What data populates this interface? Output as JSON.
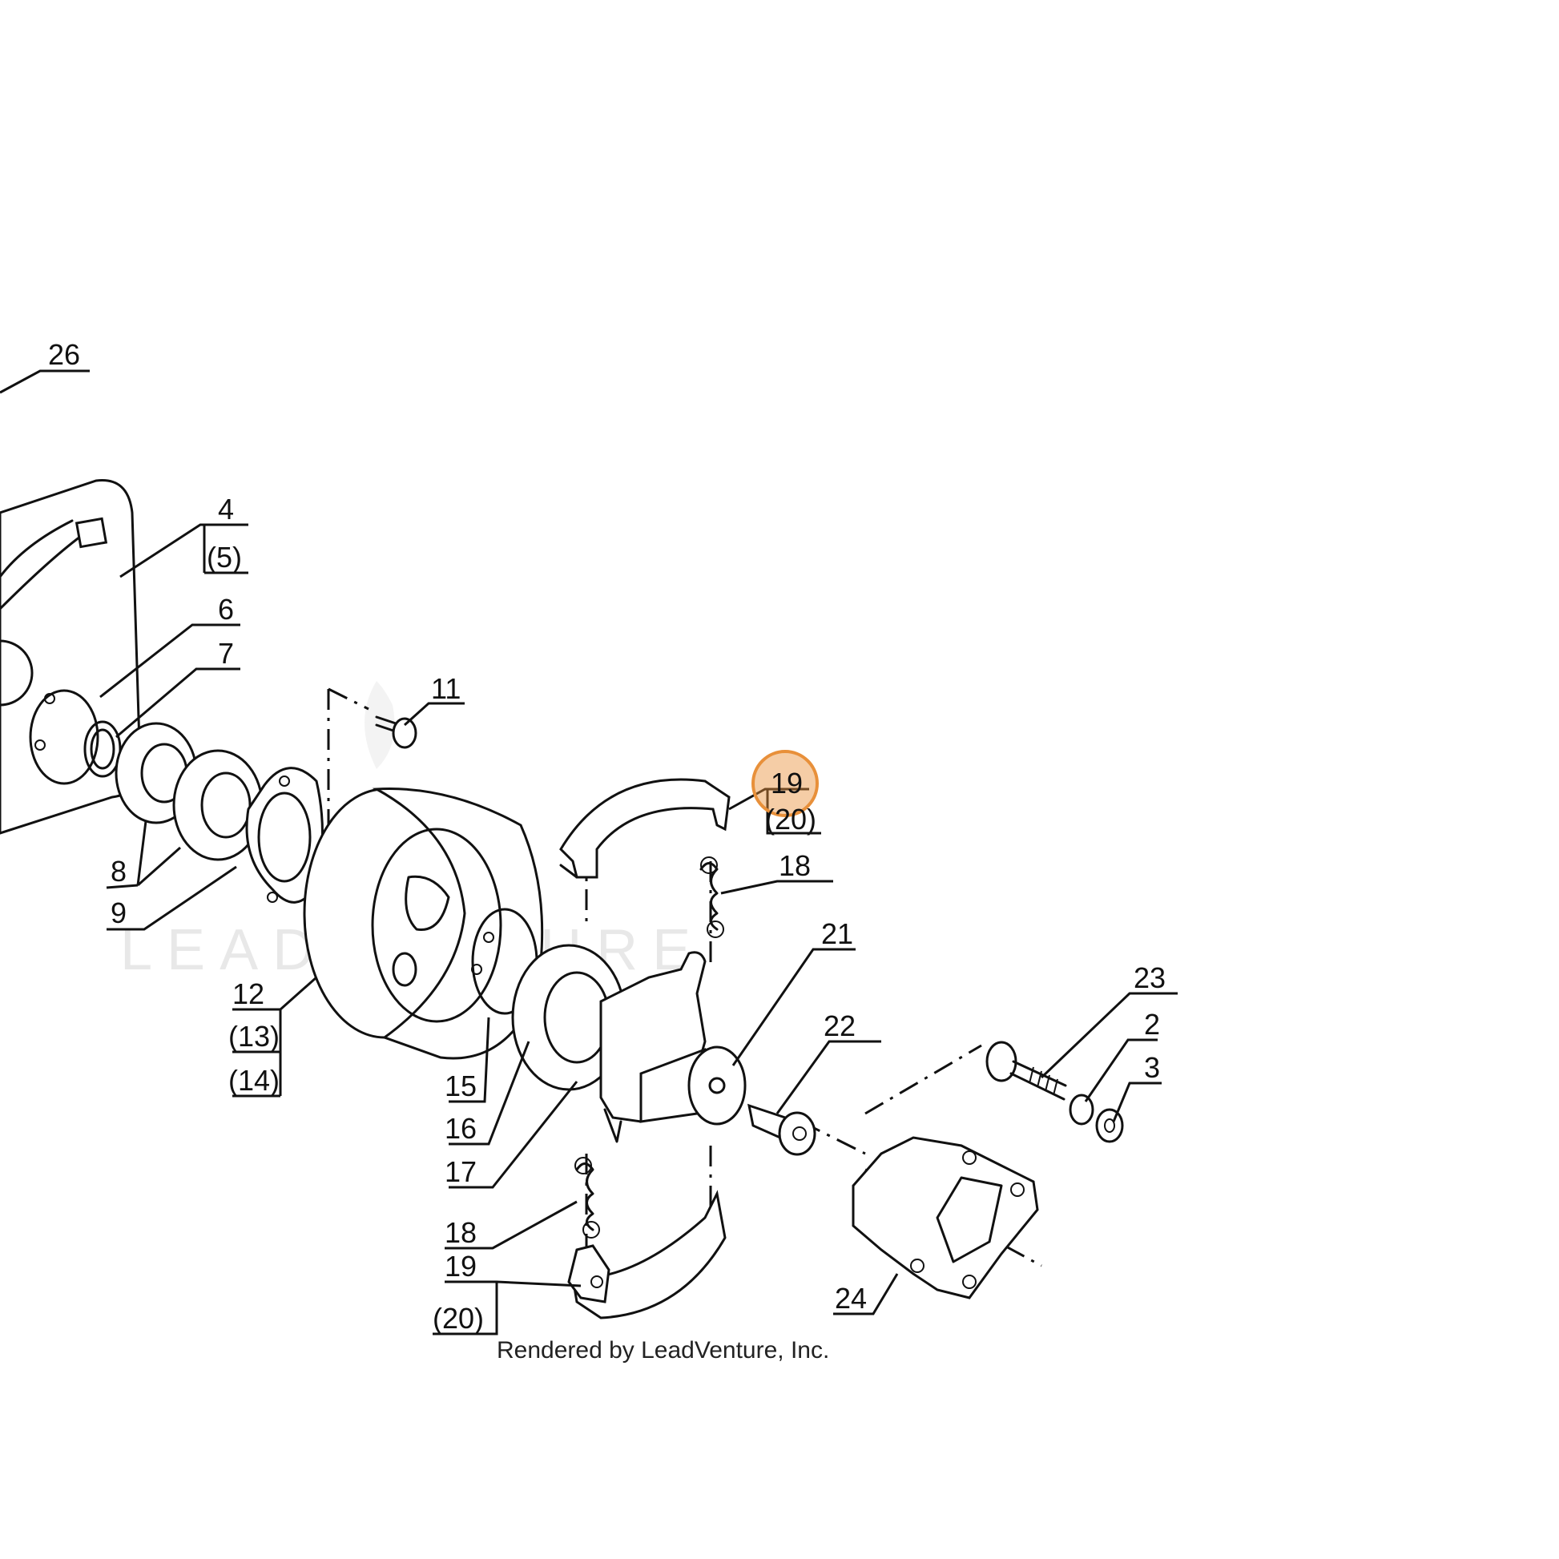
{
  "diagram": {
    "callouts": [
      {
        "id": "c26",
        "text": "26"
      },
      {
        "id": "c4",
        "text": "4"
      },
      {
        "id": "c5",
        "text": "(5)"
      },
      {
        "id": "c6",
        "text": "6"
      },
      {
        "id": "c7",
        "text": "7"
      },
      {
        "id": "c11",
        "text": "11"
      },
      {
        "id": "c8",
        "text": "8"
      },
      {
        "id": "c9",
        "text": "9"
      },
      {
        "id": "c12",
        "text": "12"
      },
      {
        "id": "c13",
        "text": "(13)"
      },
      {
        "id": "c14",
        "text": "(14)"
      },
      {
        "id": "c15",
        "text": "15"
      },
      {
        "id": "c16",
        "text": "16"
      },
      {
        "id": "c17",
        "text": "17"
      },
      {
        "id": "c18a",
        "text": "18"
      },
      {
        "id": "c18b",
        "text": "18"
      },
      {
        "id": "c19a",
        "text": "19"
      },
      {
        "id": "c20a",
        "text": "(20)"
      },
      {
        "id": "c19b",
        "text": "19"
      },
      {
        "id": "c20b",
        "text": "(20)"
      },
      {
        "id": "c21",
        "text": "21"
      },
      {
        "id": "c22",
        "text": "22"
      },
      {
        "id": "c23",
        "text": "23"
      },
      {
        "id": "c2",
        "text": "2"
      },
      {
        "id": "c3",
        "text": "3"
      },
      {
        "id": "c24",
        "text": "24"
      }
    ],
    "highlight_color": "#e8903a",
    "credit": "Rendered by LeadVenture, Inc.",
    "watermark": "LEADVENTURE"
  }
}
